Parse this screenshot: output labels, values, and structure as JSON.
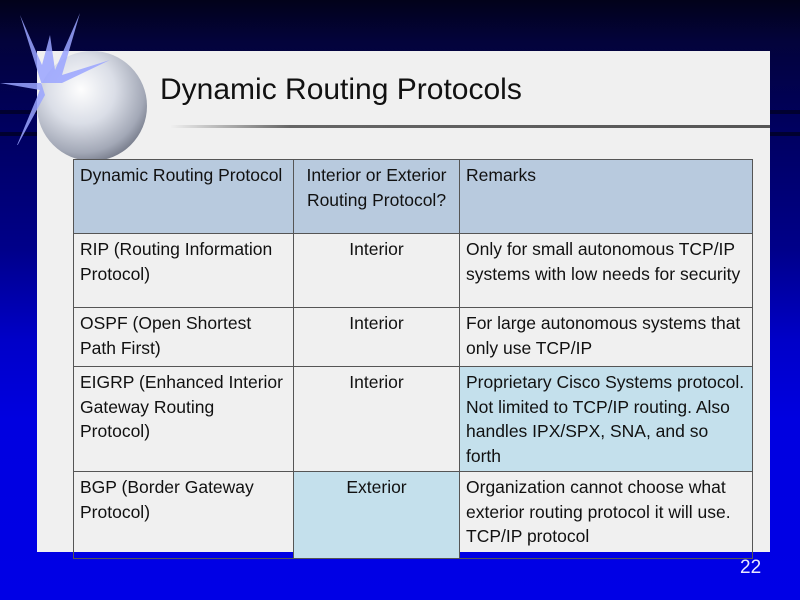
{
  "title": "Dynamic Routing Protocols",
  "table": {
    "headers": [
      "Dynamic Routing Protocol",
      "Interior or Exterior Routing Protocol?",
      "Remarks"
    ],
    "rows": [
      {
        "protocol": "RIP (Routing Information Protocol)",
        "type": "Interior",
        "remarks": "Only for small autonomous TCP/IP systems with low needs for security"
      },
      {
        "protocol": "OSPF (Open Shortest Path First)",
        "type": "Interior",
        "remarks": "For large autonomous systems that only use TCP/IP"
      },
      {
        "protocol": "EIGRP (Enhanced Interior Gateway Routing Protocol)",
        "type": "Interior",
        "remarks": "Proprietary Cisco Systems protocol. Not limited to TCP/IP routing. Also handles IPX/SPX, SNA, and so forth"
      },
      {
        "protocol": "BGP (Border Gateway Protocol)",
        "type": "Exterior",
        "remarks": "Organization cannot choose what exterior routing protocol it will use. TCP/IP protocol"
      }
    ]
  },
  "page_number": "22"
}
